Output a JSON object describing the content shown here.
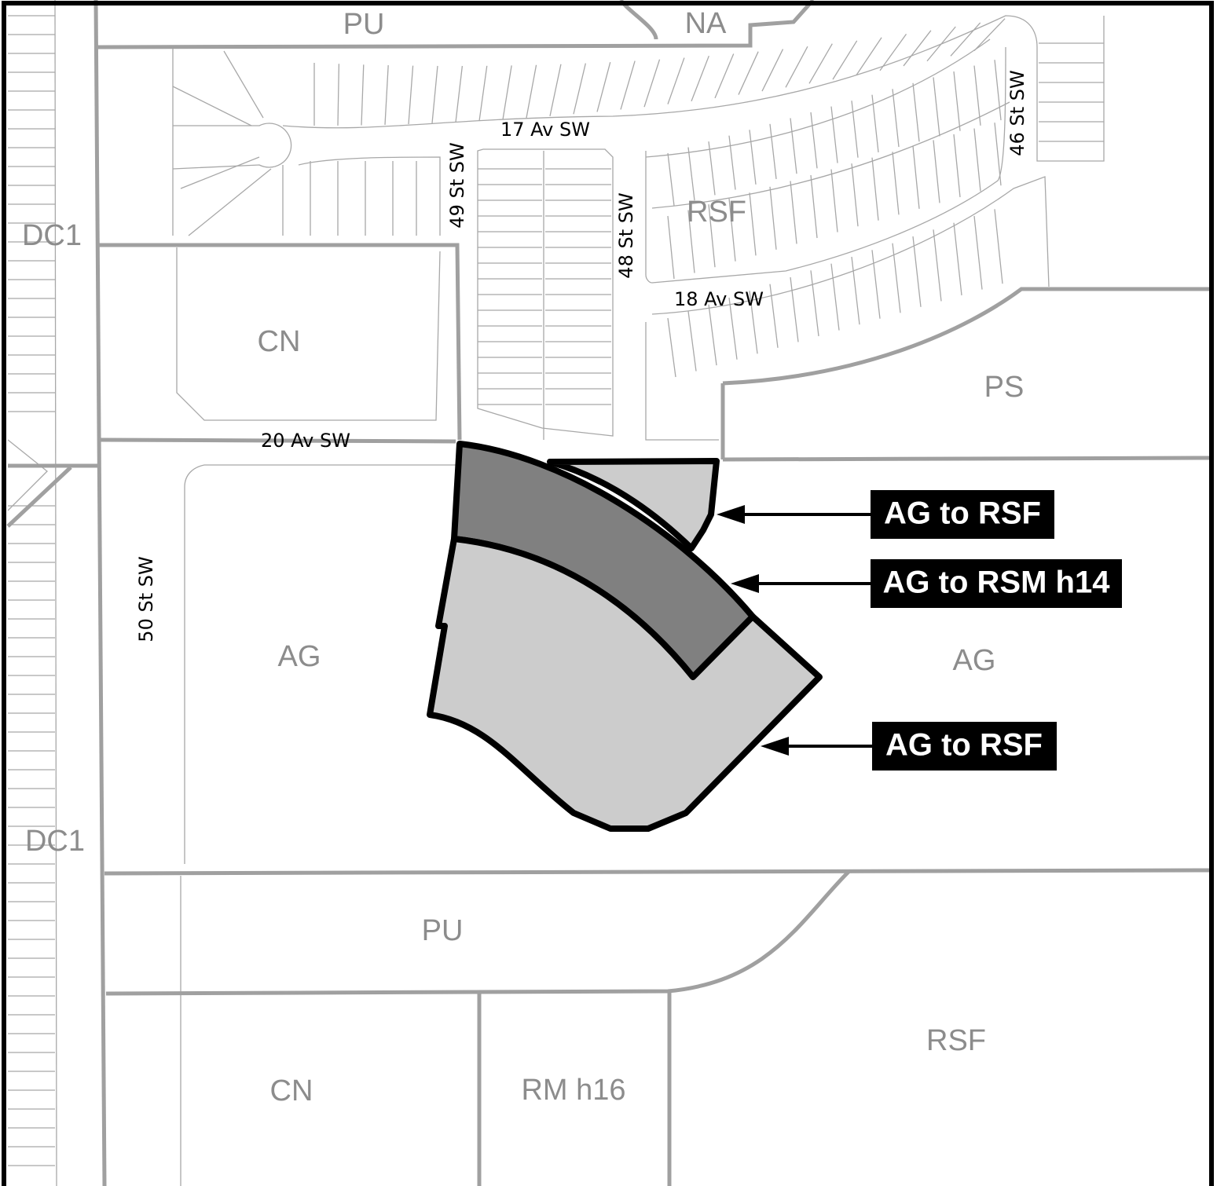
{
  "zones": {
    "pu_top": "PU",
    "na": "NA",
    "rsf_north": "RSF",
    "dc1_upper": "DC1",
    "dc1_lower": "DC1",
    "cn_north": "CN",
    "ps": "PS",
    "ag_west": "AG",
    "ag_east": "AG",
    "pu_south": "PU",
    "cn_south": "CN",
    "rm_h16": "RM h16",
    "rsf_south": "RSF"
  },
  "streets": {
    "av17": "17 Av SW",
    "av18": "18 Av SW",
    "av20": "20 Av SW",
    "st49": "49 St SW",
    "st48": "48 St SW",
    "st46": "46 St SW",
    "st50": "50 St SW"
  },
  "callouts": [
    {
      "label": "AG to RSF"
    },
    {
      "label": "AG to RSM h14"
    },
    {
      "label": "AG to RSF"
    }
  ],
  "colors": {
    "rsf_parcel": "#cccccc",
    "rsm_parcel": "#808080",
    "zone_label": "#8c8c8c",
    "callout_bg": "#000000",
    "callout_text": "#ffffff"
  }
}
